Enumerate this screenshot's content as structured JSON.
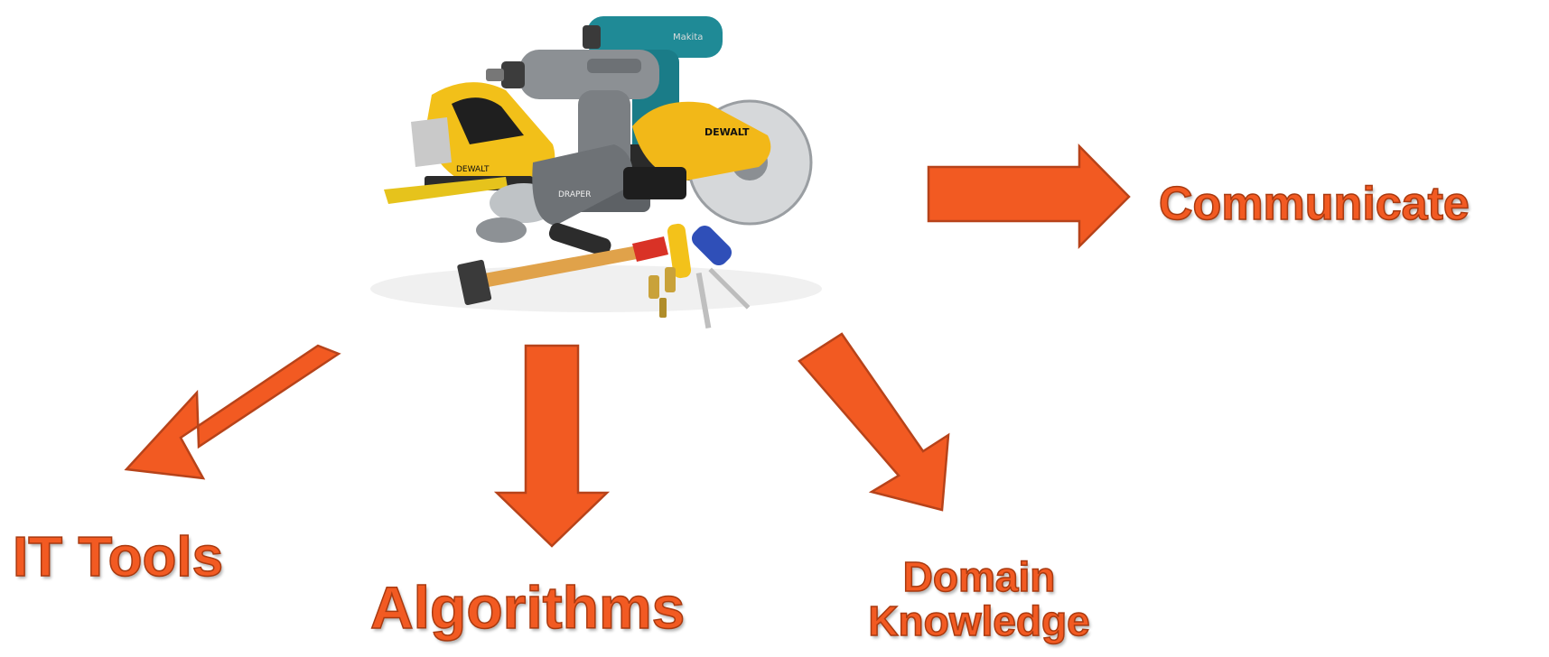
{
  "diagram": {
    "center_image_icon": "power-tools-collection-icon",
    "arrow_color": "#f25a22",
    "arrow_stroke": "#b7431a",
    "text_color": "#f25a22",
    "nodes": {
      "communicate": "Communicate",
      "it_tools": "IT Tools",
      "algorithms": "Algorithms",
      "domain_knowledge_line1": "Domain",
      "domain_knowledge_line2": "Knowledge"
    }
  }
}
